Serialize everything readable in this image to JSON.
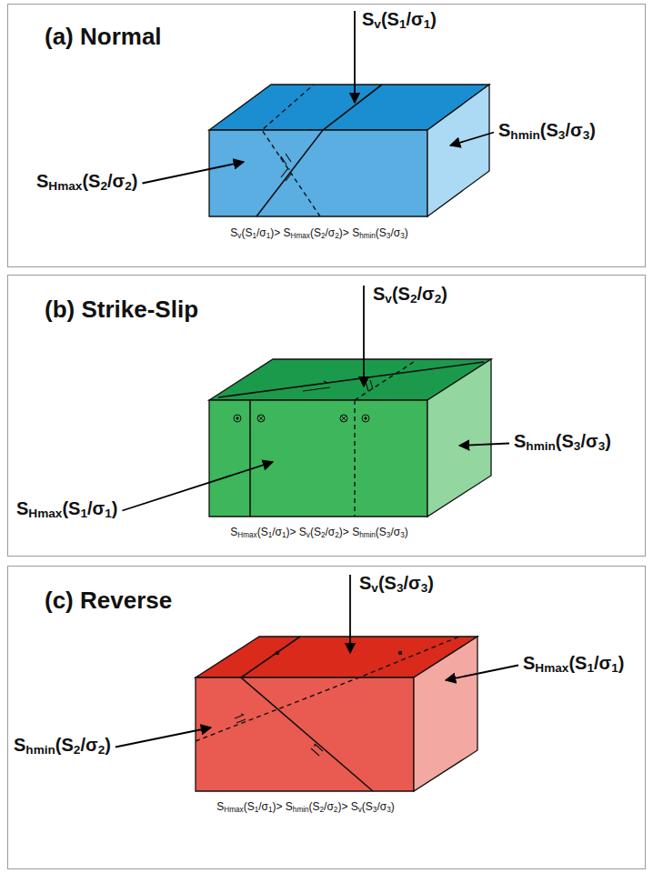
{
  "diagram": {
    "nodes": [
      {
        "text": [
          "(a) Normal",
          "Sv(S1/σ1)> SHmax(S2/σ2)> Shmin(S3/σ3)"
        ]
      },
      {
        "text": [
          "(b) Strike-Slip",
          "SHmax(S1/σ1)> Sv(S2/σ2)> Shmin(S3/σ3)"
        ]
      },
      {
        "text": [
          "(c) Reverse",
          "SHmax(S1/σ1)> Shmin(S2/σ2)> Sv(S3/σ3)"
        ]
      }
    ],
    "labels": [
      "Sv(S1/σ1)",
      "Shmin(S3/σ3)",
      "SHmax(S2/σ2)",
      "Sv(S2/σ2)",
      "Shmin(S3/σ3)",
      "SHmax(S1/σ1)",
      "Sv(S3/σ3)",
      "SHmax(S1/σ1)",
      "Shmin(S2/σ2)"
    ]
  }
}
